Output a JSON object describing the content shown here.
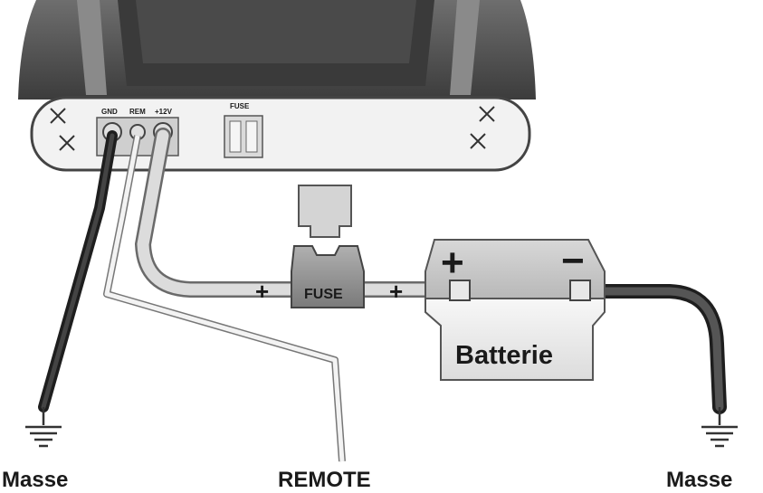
{
  "amplifier": {
    "terminals": {
      "gnd": "GND",
      "rem": "REM",
      "plus12v": "+12V"
    },
    "fuse_label": "FUSE"
  },
  "inline_fuse": {
    "label": "FUSE"
  },
  "battery": {
    "label": "Batterie",
    "positive_symbol": "+",
    "negative_symbol": "−"
  },
  "wire_marks": {
    "left_plus": "+",
    "right_plus": "+"
  },
  "ground_labels": {
    "left": "Masse",
    "right": "Masse"
  },
  "remote_label": "REMOTE",
  "colors": {
    "amp_body": "#555555",
    "amp_panel": "#f2f2f2",
    "ground_wire": "#2e2e2e",
    "power_wire": "#d6d6d6",
    "fuse_body": "#8f8f8f",
    "battery_body": "#ececec"
  }
}
